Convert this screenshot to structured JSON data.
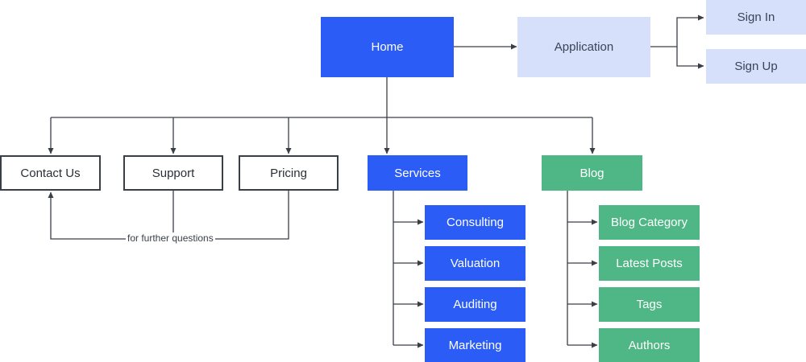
{
  "nodes": {
    "home": "Home",
    "application": "Application",
    "sign_in": "Sign In",
    "sign_up": "Sign Up",
    "contact_us": "Contact Us",
    "support": "Support",
    "pricing": "Pricing",
    "services": "Services",
    "blog": "Blog",
    "consulting": "Consulting",
    "valuation": "Valuation",
    "auditing": "Auditing",
    "marketing": "Marketing",
    "blog_category": "Blog Category",
    "latest_posts": "Latest Posts",
    "tags": "Tags",
    "authors": "Authors"
  },
  "edge_labels": {
    "further_questions": "for further questions"
  },
  "colors": {
    "primary": "#2b5cf5",
    "light": "#d7e0fb",
    "green": "#4fb686",
    "outline": "#3a3f47"
  }
}
